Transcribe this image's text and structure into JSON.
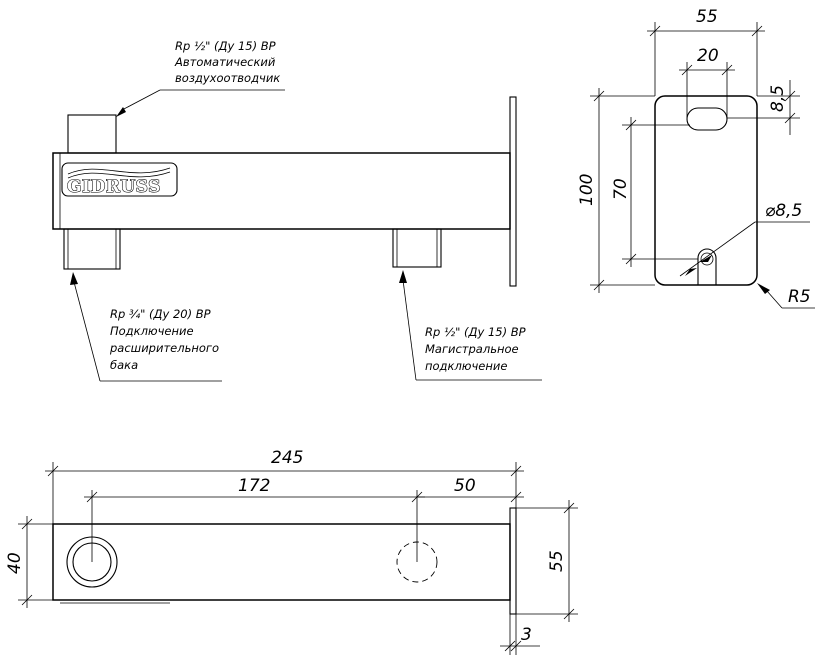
{
  "brand": {
    "logo_text": "GIDRUSS"
  },
  "callouts": {
    "air_vent": {
      "line1": "Rp ½\" (Ду 15) ВР",
      "line2": "Автоматический",
      "line3": "воздухоотводчик"
    },
    "expansion": {
      "line1": "Rp ¾\" (Ду 20) ВР",
      "line2": "Подключение",
      "line3": "расширительного",
      "line4": "бака"
    },
    "main": {
      "line1": "Rp ½\" (Ду 15) ВР",
      "line2": "Магистральное",
      "line3": "подключение"
    }
  },
  "dimensions": {
    "bracket_width": "55",
    "slot_width": "20",
    "slot_offset": "8,5",
    "bracket_height": "100",
    "hole_spacing": "70",
    "hole_diameter": "⌀8,5",
    "corner_radius": "R5",
    "overall_length": "245",
    "port_spacing": "172",
    "end_offset": "50",
    "body_height": "40",
    "plate_height": "55",
    "plate_thickness": "3"
  }
}
